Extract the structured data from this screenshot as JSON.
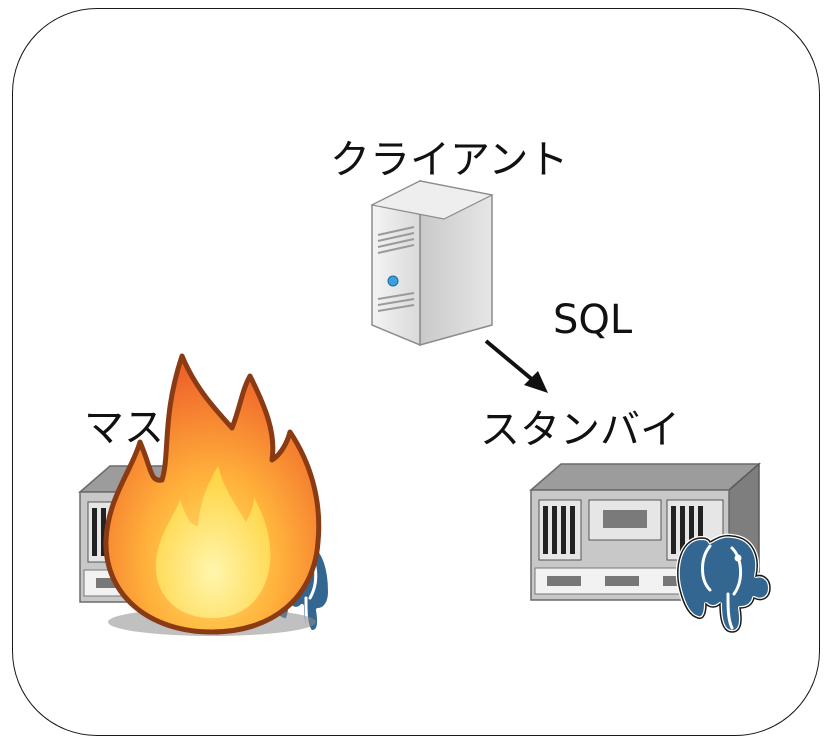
{
  "nodes": {
    "client": {
      "label": "クライアント"
    },
    "master": {
      "label": "マスタ"
    },
    "standby": {
      "label": "スタンバイ"
    }
  },
  "edges": [
    {
      "from": "client",
      "to": "standby",
      "label": "SQL"
    }
  ],
  "icons": {
    "client": "tower-server-icon",
    "master": "rack-server-icon",
    "master_overlay": "fire-icon",
    "db_logo": "postgresql-elephant-icon"
  },
  "colors": {
    "frame": "#1a1a1a",
    "postgres_blue": "#336791",
    "server_gray": "#9a9a9a",
    "flame_outer": "#f0642a",
    "flame_inner": "#ffd84a"
  }
}
